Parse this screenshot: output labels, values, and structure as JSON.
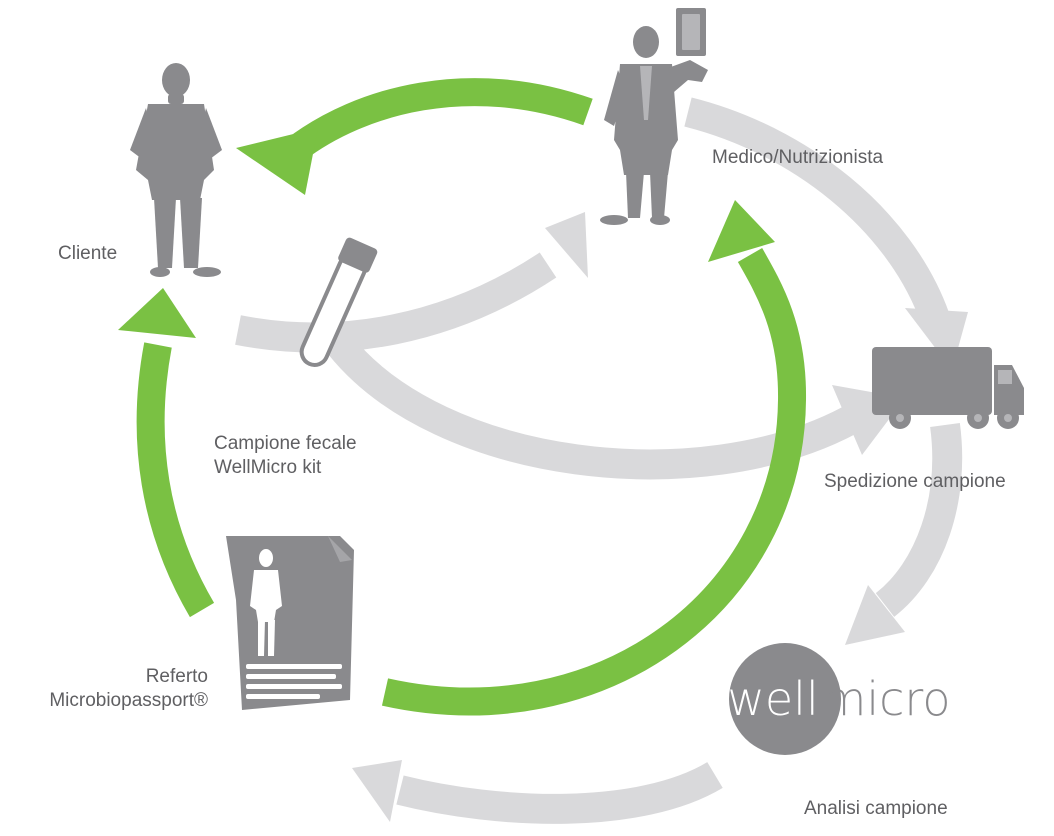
{
  "diagram": {
    "nodes": {
      "cliente": {
        "label": "Cliente"
      },
      "medico": {
        "label": "Medico/Nutrizionista"
      },
      "kit": {
        "label_line1": "Campione fecale",
        "label_line2": "WellMicro kit"
      },
      "spedizione": {
        "label": "Spedizione campione"
      },
      "analisi": {
        "label": "Analisi campione"
      },
      "referto": {
        "label_line1": "Referto",
        "label_line2": "Microbiopassport®"
      }
    },
    "logo": {
      "part1": "well",
      "part2": "micro"
    }
  },
  "icons": [
    "client-person-icon",
    "doctor-person-icon",
    "test-tube-icon",
    "delivery-truck-icon",
    "report-document-icon"
  ],
  "colors": {
    "green_arrow": "#7ac143",
    "grey_arrow": "#d9d9db",
    "icon_grey": "#8a8a8d",
    "logo_circle": "#8a8a8d",
    "logo_text_dark": "#8a8a8d",
    "text": "#5f5f62"
  }
}
